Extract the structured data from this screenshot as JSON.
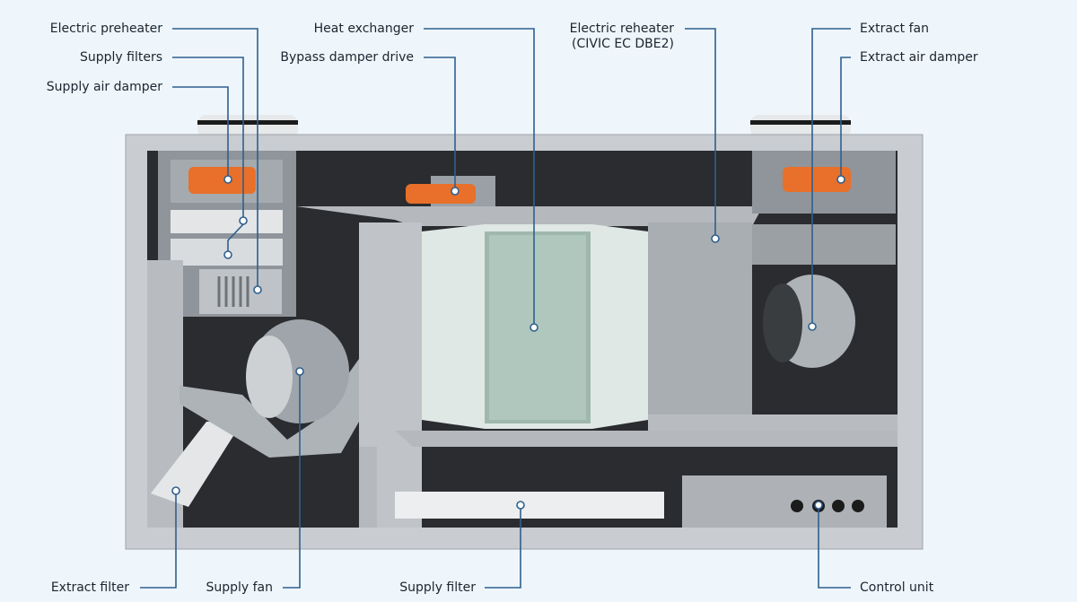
{
  "labels": {
    "electric_preheater": "Electric preheater",
    "supply_filters": "Supply filters",
    "supply_air_damper": "Supply air damper",
    "heat_exchanger": "Heat exchanger",
    "bypass_damper_drive": "Bypass damper drive",
    "electric_reheater": "Electric reheater",
    "electric_reheater_model": "(CIVIC EC DBE2)",
    "extract_fan": "Extract fan",
    "extract_air_damper": "Extract air damper",
    "extract_filter": "Extract filter",
    "supply_fan": "Supply fan",
    "supply_filter": "Supply filter",
    "control_unit": "Control unit"
  },
  "colors": {
    "background": "#eef6fb",
    "leader_line": "#2f5f8f",
    "damper_actuator": "#e8702a",
    "casing": "#c9ccd0",
    "interior": "#2a2c2f"
  }
}
